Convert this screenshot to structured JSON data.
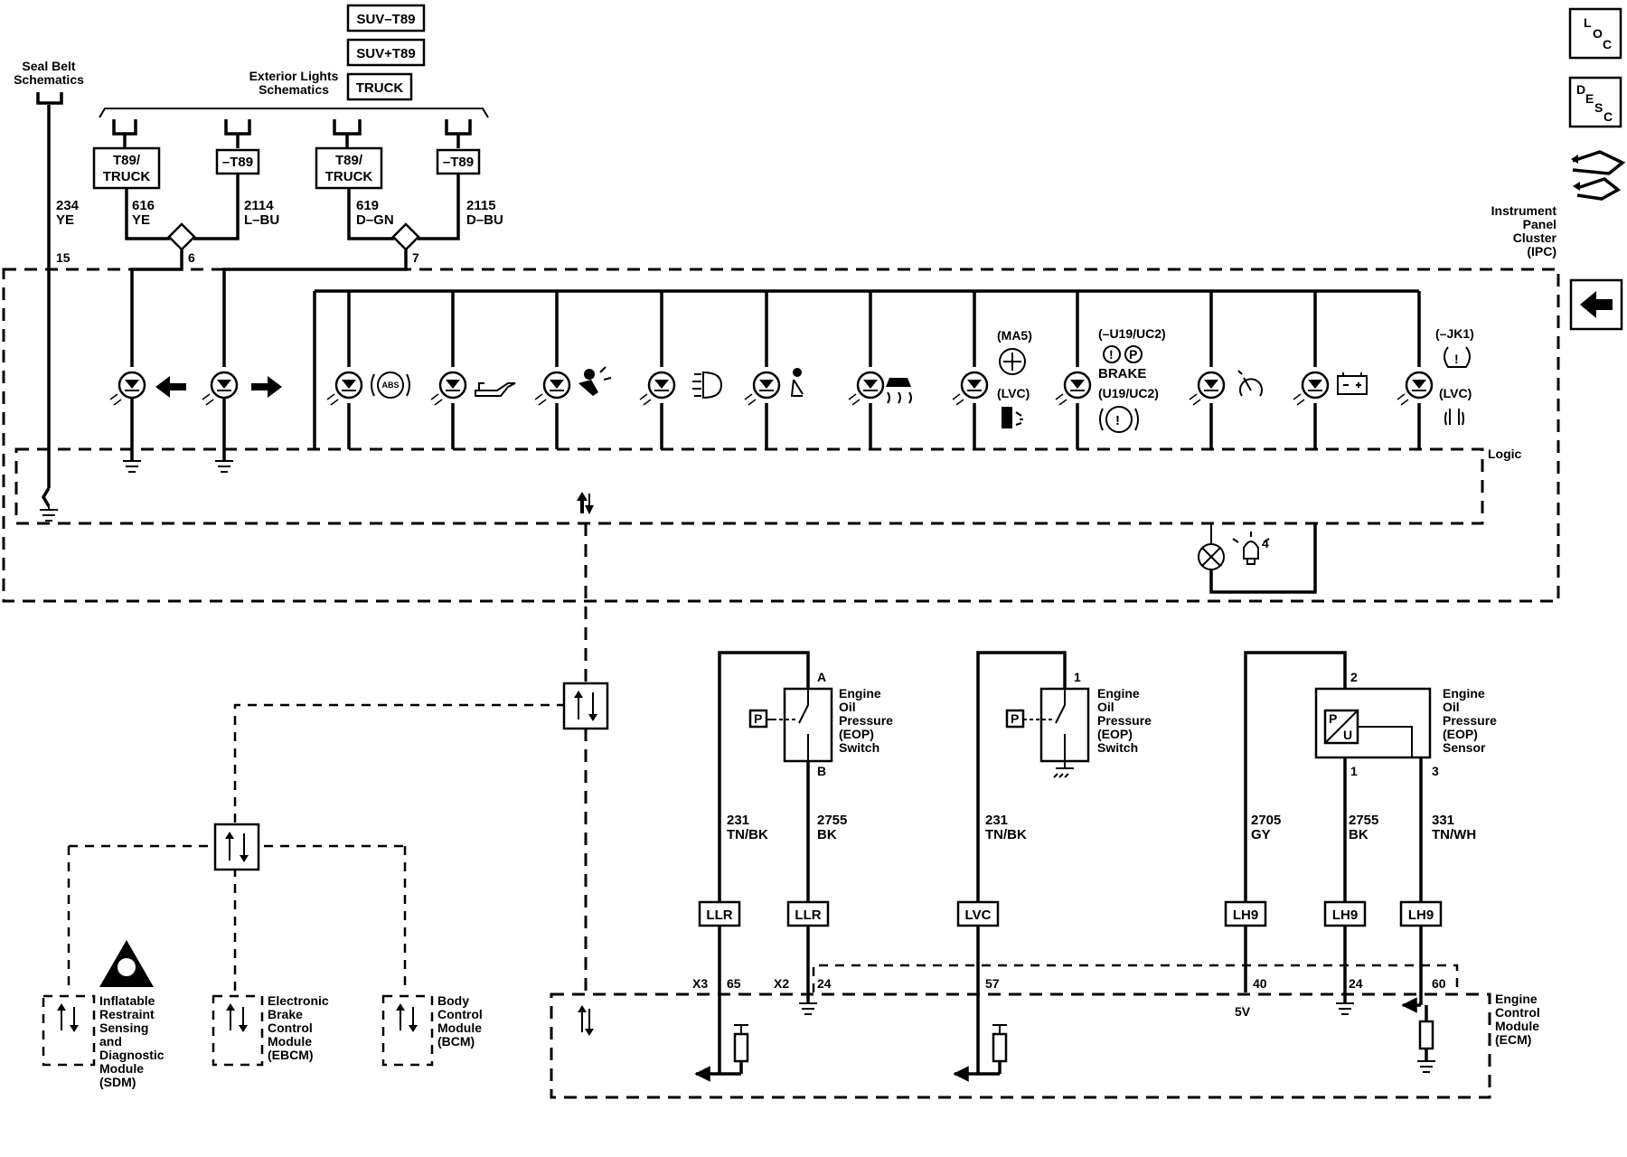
{
  "options": {
    "suv_minus": "SUV–T89",
    "suv_plus": "SUV+T89",
    "truck": "TRUCK"
  },
  "nav_icons": {
    "loc": "loc-icon",
    "desc": "desc-icon",
    "conn": "connector-end-view-icon",
    "back": "back-arrow-icon"
  },
  "refs": {
    "seat_belt": [
      "Seal Belt",
      "Schematics"
    ],
    "exterior": [
      "Exterior Lights",
      "Schematics"
    ]
  },
  "t89_boxes": {
    "t89_truck_1": [
      "T89/",
      "TRUCK"
    ],
    "minus_t89_1": "–T89",
    "t89_truck_2": [
      "T89/",
      "TRUCK"
    ],
    "minus_t89_2": "–T89"
  },
  "wires": {
    "w234": [
      "234",
      "YE"
    ],
    "w616": [
      "616",
      "YE"
    ],
    "w2114": [
      "2114",
      "L–BU"
    ],
    "w619": [
      "619",
      "D–GN"
    ],
    "w2115": [
      "2115",
      "D–BU"
    ],
    "w231a": [
      "231",
      "TN/BK"
    ],
    "w2755a": [
      "2755",
      "BK"
    ],
    "w231b": [
      "231",
      "TN/BK"
    ],
    "w2705": [
      "2705",
      "GY"
    ],
    "w2755b": [
      "2755",
      "BK"
    ],
    "w331": [
      "331",
      "TN/WH"
    ]
  },
  "pins": {
    "p15": "15",
    "p6": "6",
    "p7": "7",
    "sw1_a": "A",
    "sw1_b": "B",
    "sw2_1": "1",
    "sen_2": "2",
    "sen_1": "1",
    "sen_3": "3",
    "x3": "X3",
    "x3_65": "65",
    "x2": "X2",
    "x2_24": "24",
    "p57": "57",
    "p40": "40",
    "p24": "24",
    "p60": "60",
    "v5": "5V"
  },
  "ipc": {
    "label": [
      "Instrument",
      "Panel",
      "Cluster",
      "(IPC)"
    ],
    "logic": "Logic",
    "ma5": "(MA5)",
    "lvc1": "(LVC)",
    "u19_minus": "(–U19/UC2)",
    "brake": "BRAKE",
    "u19": "(U19/UC2)",
    "jk1": "(–JK1)",
    "lvc2": "(LVC)",
    "abs": "ABS",
    "bulb_num": "4"
  },
  "components": {
    "sw1": [
      "Engine",
      "Oil",
      "Pressure",
      "(EOP)",
      "Switch"
    ],
    "sw2": [
      "Engine",
      "Oil",
      "Pressure",
      "(EOP)",
      "Switch"
    ],
    "sensor": [
      "Engine",
      "Oil",
      "Pressure",
      "(EOP)",
      "Sensor"
    ],
    "p_symbol": "P",
    "pu_p": "P",
    "pu_u": "U"
  },
  "option_codes": {
    "llr1": "LLR",
    "llr2": "LLR",
    "lvc": "LVC",
    "lh9a": "LH9",
    "lh9b": "LH9",
    "lh9c": "LH9"
  },
  "modules": {
    "sdm": [
      "Inflatable",
      "Restraint",
      "Sensing",
      "and",
      "Diagnostic",
      "Module",
      "(SDM)"
    ],
    "ebcm": [
      "Electronic",
      "Brake",
      "Control",
      "Module",
      "(EBCM)"
    ],
    "bcm": [
      "Body",
      "Control",
      "Module",
      "(BCM)"
    ],
    "ecm": [
      "Engine",
      "Control",
      "Module",
      "(ECM)"
    ]
  }
}
